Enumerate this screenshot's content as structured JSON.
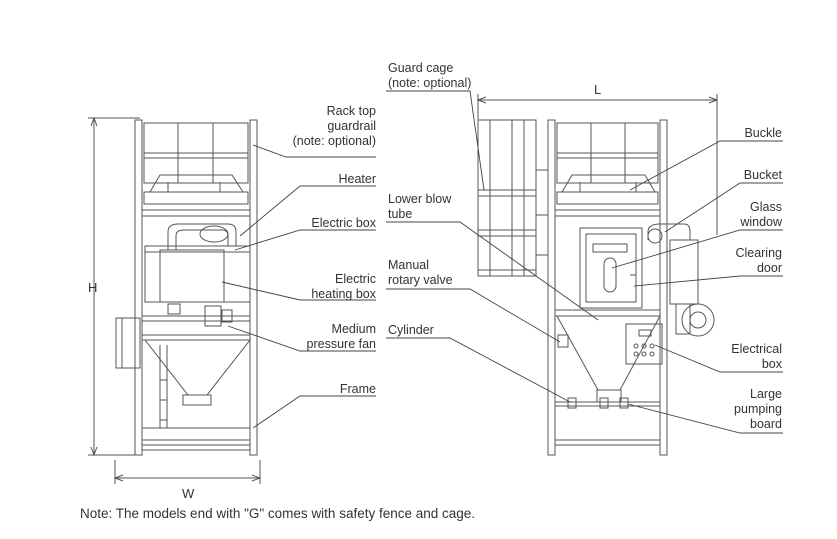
{
  "dimensions": {
    "height": "H",
    "width": "W",
    "length": "L"
  },
  "labels": {
    "guard_cage": "Guard cage\n(note: optional)",
    "rack_top_guardrail": "Rack top\nguardrail\n(note: optional)",
    "heater": "Heater",
    "electric_box": "Electric box",
    "electric_heating_box": "Electric\nheating box",
    "medium_pressure_fan": "Medium\npressure fan",
    "frame": "Frame",
    "lower_blow_tube": "Lower blow\ntube",
    "manual_rotary_valve": "Manual\nrotary valve",
    "cylinder": "Cylinder",
    "buckle": "Buckle",
    "bucket": "Bucket",
    "glass_window": "Glass\nwindow",
    "clearing_door": "Clearing\ndoor",
    "electrical_box": "Electrical\nbox",
    "large_pumping_board": "Large\npumping\nboard"
  },
  "note": "Note: The models end with \"G\" comes with safety fence and cage.",
  "colors": {
    "line": "#555555",
    "text": "#333333",
    "leader": "#444444"
  }
}
